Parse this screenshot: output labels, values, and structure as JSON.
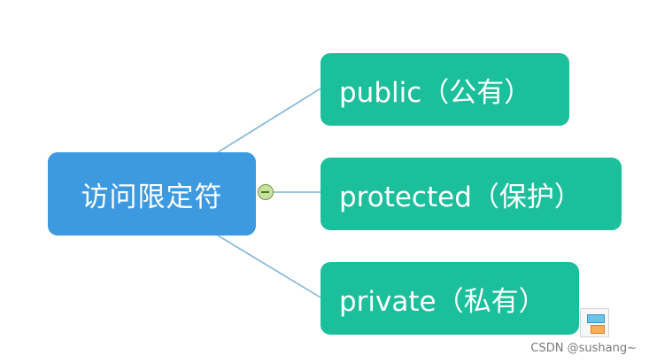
{
  "mindmap": {
    "root": {
      "label": "访问限定符"
    },
    "children": [
      {
        "label": "public（公有）"
      },
      {
        "label": "protected（保护）"
      },
      {
        "label": "private（私有）"
      }
    ]
  },
  "colors": {
    "root_fill": "#3d9ae0",
    "child_fill": "#1cbf9b",
    "connector": "#7db3d9",
    "toggle_fill": "#c7e2a0"
  },
  "icons": {
    "toggle": "collapse-minus-icon",
    "layout": "layout-icon"
  },
  "watermark": "CSDN @sushang~"
}
